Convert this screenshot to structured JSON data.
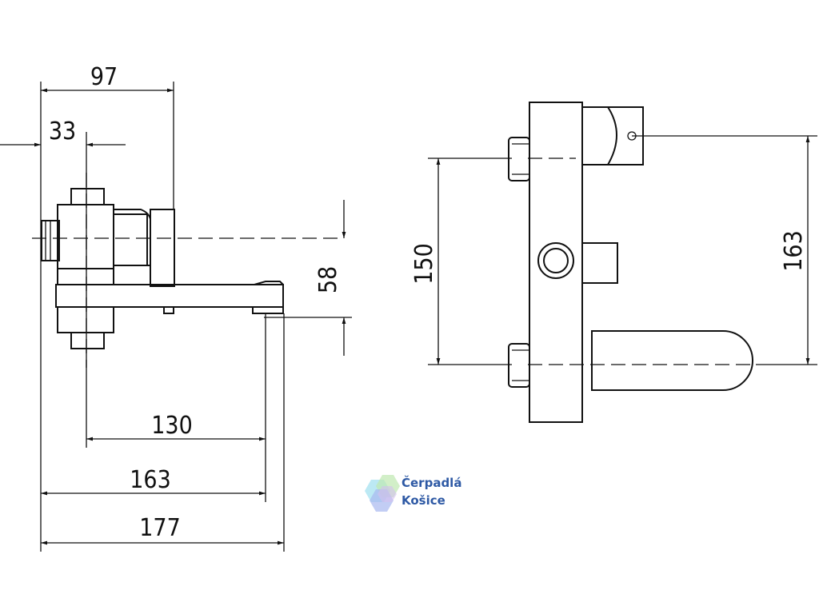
{
  "dimensions": {
    "top_97": "97",
    "top_33": "33",
    "height_58": "58",
    "bottom_130": "130",
    "bottom_163": "163",
    "bottom_177": "177",
    "front_150": "150",
    "front_163": "163"
  },
  "logo": {
    "line1": "Čerpadlá",
    "line2": "Košice",
    "colors": [
      "#8fd1e8",
      "#b8e3a7",
      "#9fb4e6",
      "#d0b8e8"
    ]
  }
}
